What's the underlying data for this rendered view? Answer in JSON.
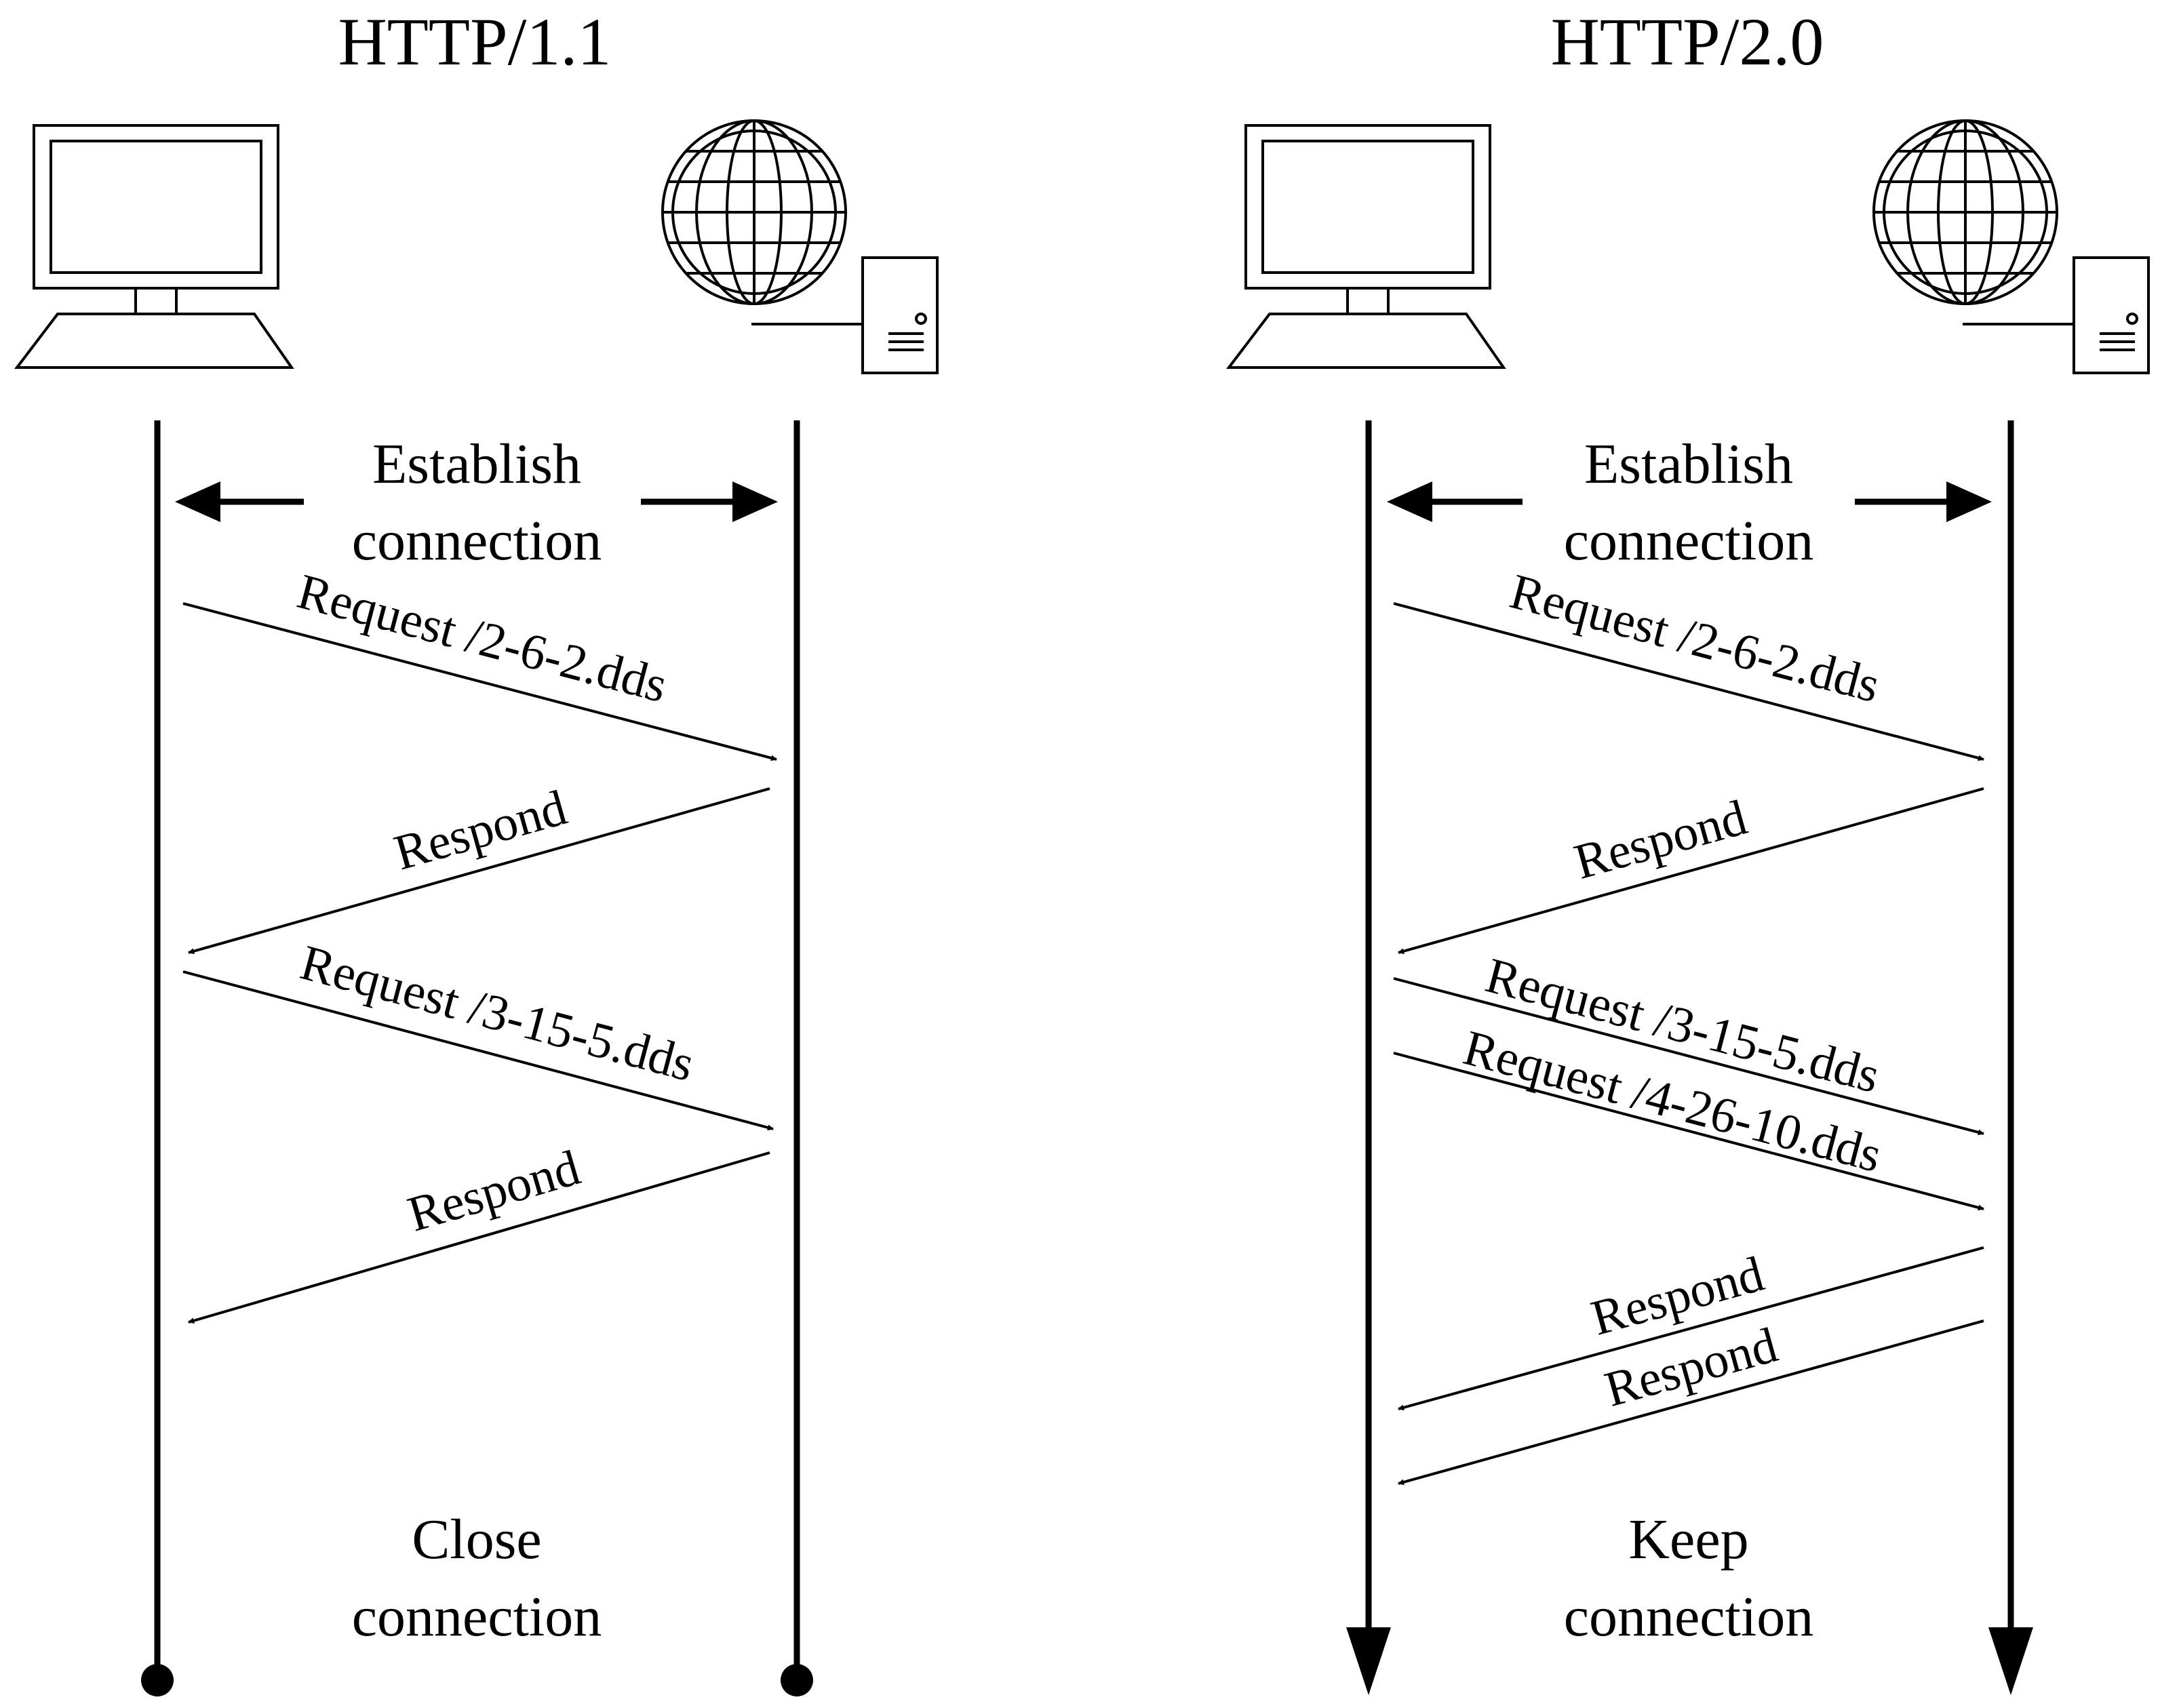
{
  "panels": [
    {
      "id": "http11",
      "title": "HTTP/1.1",
      "establish": [
        "Establish",
        "connection"
      ],
      "end": [
        "Close",
        "connection"
      ],
      "end_marker": "dot",
      "messages": [
        {
          "direction": "request",
          "label": "Request /2-6-2.dds"
        },
        {
          "direction": "response",
          "label": "Respond"
        },
        {
          "direction": "request",
          "label": "Request /3-15-5.dds"
        },
        {
          "direction": "response",
          "label": "Respond"
        }
      ]
    },
    {
      "id": "http20",
      "title": "HTTP/2.0",
      "establish": [
        "Establish",
        "connection"
      ],
      "end": [
        "Keep",
        "connection"
      ],
      "end_marker": "arrow",
      "messages": [
        {
          "direction": "request",
          "label": "Request /2-6-2.dds"
        },
        {
          "direction": "response",
          "label": "Respond"
        },
        {
          "direction": "request",
          "label": "Request /3-15-5.dds"
        },
        {
          "direction": "request",
          "label": "Request /4-26-10.dds"
        },
        {
          "direction": "response",
          "label": "Respond"
        },
        {
          "direction": "response",
          "label": "Respond"
        }
      ]
    }
  ],
  "icons": [
    "computer-icon",
    "globe-icon",
    "server-icon"
  ]
}
